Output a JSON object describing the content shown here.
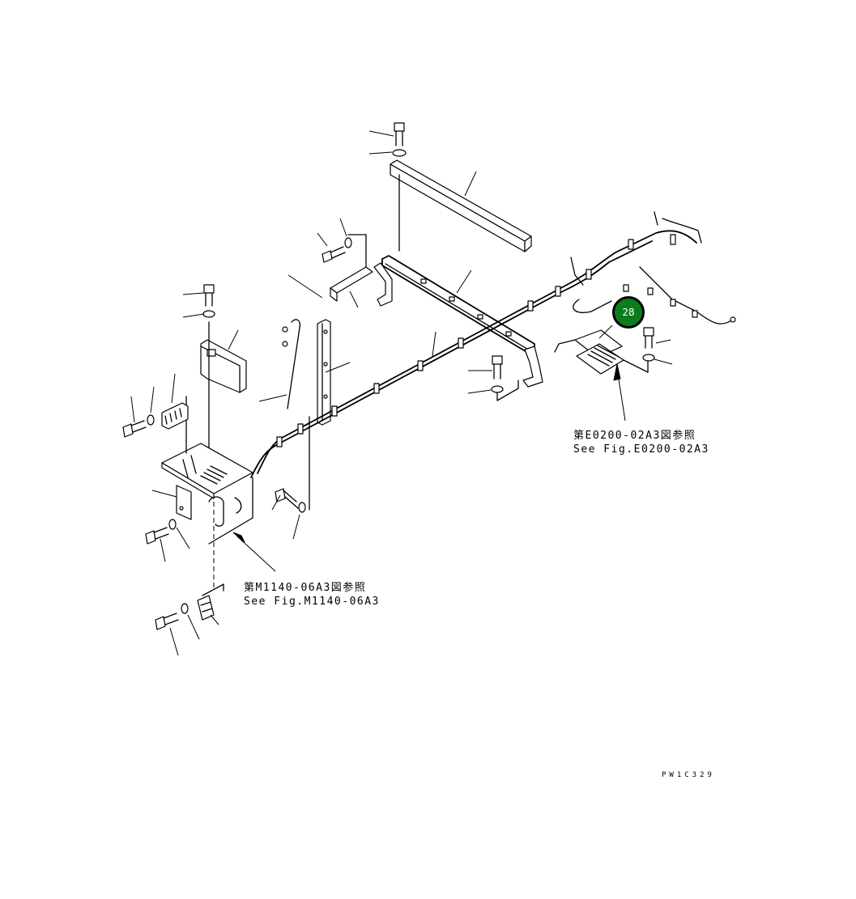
{
  "diagram": {
    "callout": {
      "label": "28",
      "color": "#0b7d1e",
      "border": "#000000"
    },
    "references": [
      {
        "id": "ref-e0200",
        "jp": "第E0200-02A3図参照",
        "en": "See Fig.E0200-02A3"
      },
      {
        "id": "ref-m1140",
        "jp": "第M1140-06A3図参照",
        "en": "See Fig.M1140-06A3"
      }
    ],
    "drawing_code": "PW1C329"
  }
}
